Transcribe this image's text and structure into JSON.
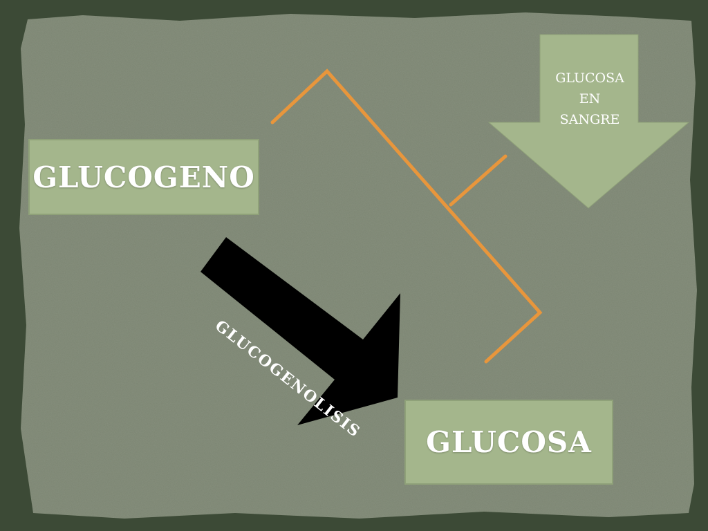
{
  "diagram": {
    "source_box": {
      "label": "GLUCOGENO"
    },
    "target_box": {
      "label": "GLUCOSA"
    },
    "process_arrow": {
      "label": "GLUCOGENOLISIS"
    },
    "blood_arrow": {
      "lines": [
        "GLUCOSA",
        "EN",
        "SANGRE"
      ]
    },
    "colors": {
      "background": "#7c8572",
      "border": "#3c4a36",
      "box_fill": "#a4b68c",
      "arrow_fill": "#a4b68c",
      "process_arrow_fill": "#000000",
      "connector_line": "#e8963c",
      "text": "#ffffff"
    }
  }
}
